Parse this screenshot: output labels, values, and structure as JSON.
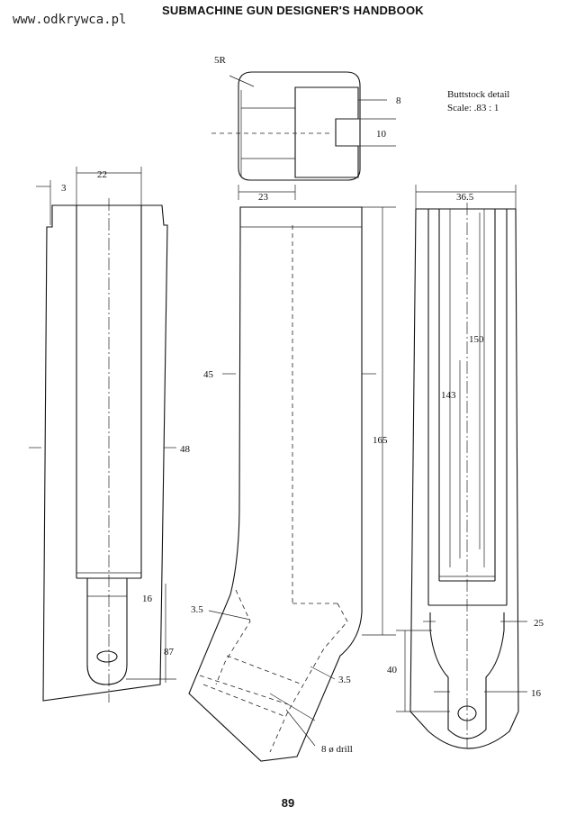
{
  "watermark": "www.odkrywca.pl",
  "header": {
    "title": "SUBMACHINE GUN DESIGNER'S HANDBOOK"
  },
  "footer": {
    "page_number": "89"
  },
  "detail": {
    "title": "Buttstock detail",
    "scale": "Scale: .83 : 1"
  },
  "dimensions": {
    "d_5r": "5R",
    "d_8": "8",
    "d_10": "10",
    "d_3": "3",
    "d_22": "22",
    "d_23": "23",
    "d_36_5": "36.5",
    "d_150": "150",
    "d_143": "143",
    "d_45": "45",
    "d_165": "165",
    "d_48": "48",
    "d_16_left": "16",
    "d_3_5_a": "3.5",
    "d_3_5_b": "3.5",
    "d_87": "87",
    "d_25": "25",
    "d_40": "40",
    "d_16_right": "16",
    "drill": "8 ø drill"
  }
}
